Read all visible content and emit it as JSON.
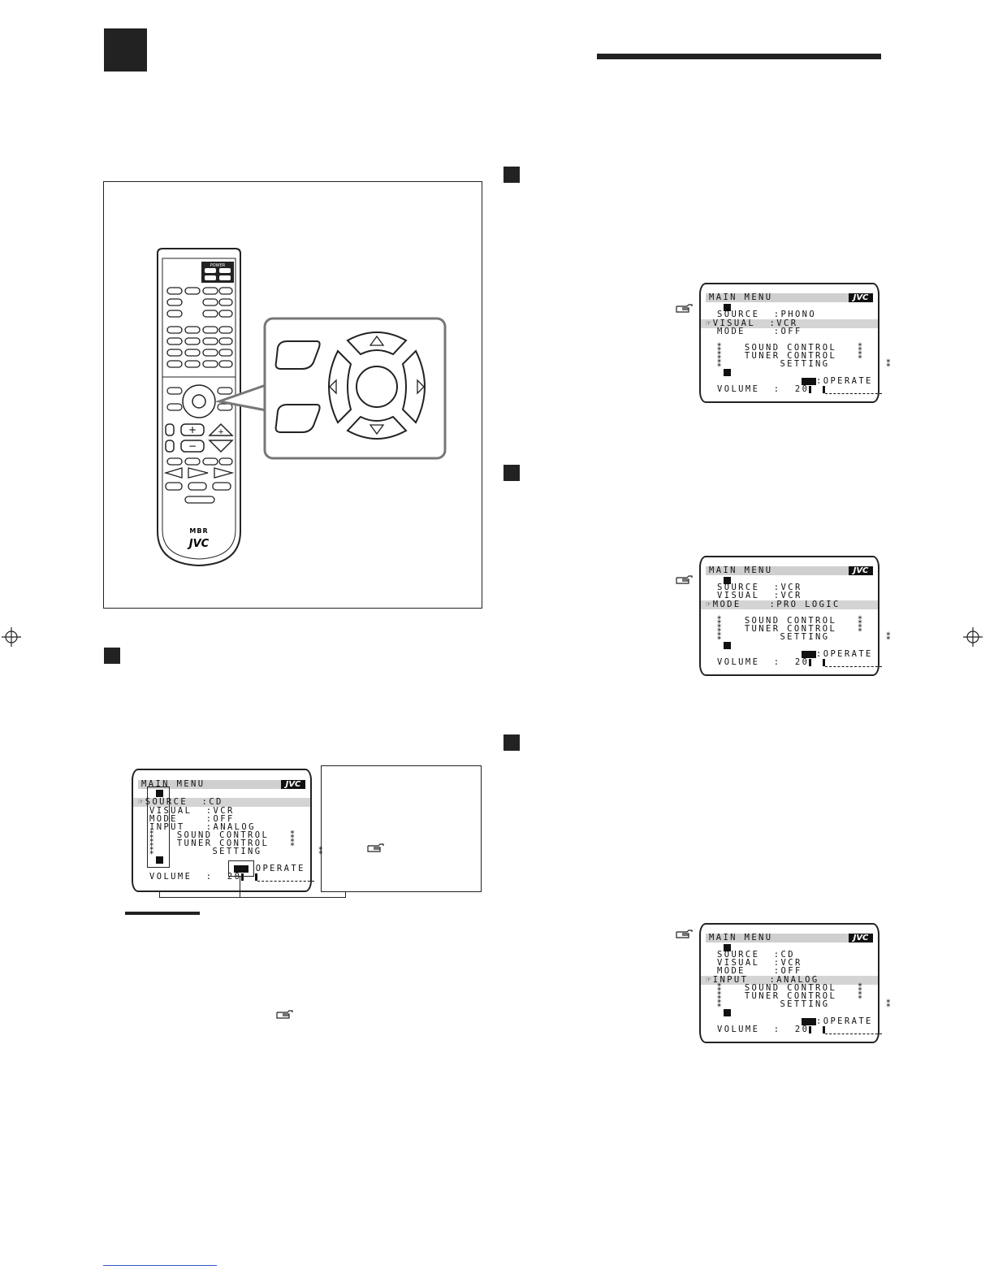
{
  "osd_screens": [
    {
      "header": "MAIN MENU",
      "logo": "JVC",
      "source_label": "SOURCE",
      "source_value": ":PHONO",
      "visual_label": "VISUAL",
      "visual_value": ":VCR",
      "mode_label": "MODE",
      "mode_value": ":OFF",
      "submenu_1": "SOUND CONTROL",
      "submenu_2": "TUNER CONTROL",
      "submenu_3": "SETTING",
      "operate": ":OPERATE",
      "volume": "VOLUME  :  20"
    },
    {
      "header": "MAIN MENU",
      "logo": "JVC",
      "source_label": "SOURCE",
      "source_value": ":VCR",
      "visual_label": "VISUAL",
      "visual_value": ":VCR",
      "mode_label": "MODE",
      "mode_value": ":PRO LOGIC",
      "submenu_1": "SOUND CONTROL",
      "submenu_2": "TUNER CONTROL",
      "submenu_3": "SETTING",
      "operate": ":OPERATE",
      "volume": "VOLUME  :  20"
    },
    {
      "header": "MAIN MENU",
      "logo": "JVC",
      "source_label": "SOURCE",
      "source_value": ":CD",
      "visual_label": "VISUAL",
      "visual_value": ":VCR",
      "mode_label": "MODE",
      "mode_value": ":OFF",
      "input_label": "INPUT",
      "input_value": ":ANALOG",
      "submenu_1": "SOUND CONTROL",
      "submenu_2": "TUNER CONTROL",
      "submenu_3": "SETTING",
      "operate": ":OPERATE",
      "volume": "VOLUME  :  20"
    },
    {
      "header": "MAIN MENU",
      "logo": "JVC",
      "source_label": "SOURCE",
      "source_value": ":CD",
      "visual_label": "VISUAL",
      "visual_value": ":VCR",
      "mode_label": "MODE",
      "mode_value": ":OFF",
      "input_label": "INPUT",
      "input_value": ":ANALOG",
      "submenu_1": "SOUND CONTROL",
      "submenu_2": "TUNER CONTROL",
      "submenu_3": "SETTING",
      "operate": "OPERATE",
      "volume": "VOLUME  :  20"
    }
  ],
  "remote": {
    "power_label": "POWER",
    "brand": "JVC",
    "logo_small": "MBR"
  },
  "colors": {
    "ink": "#222222",
    "highlight": "#d4d4d4",
    "frame": "#777777",
    "link": "#3355cc"
  }
}
